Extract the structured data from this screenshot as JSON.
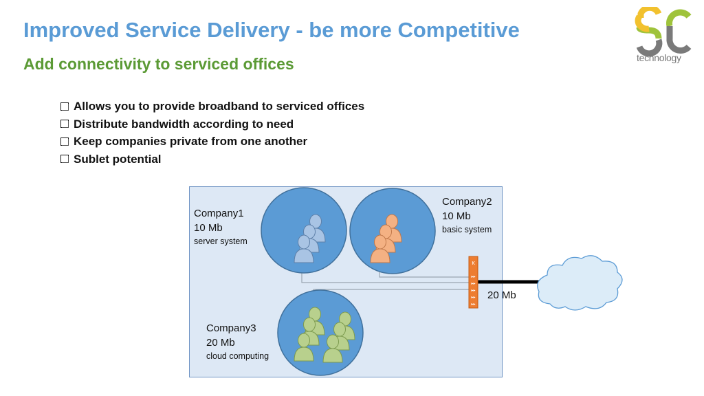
{
  "slide": {
    "title": "Improved Service Delivery - be more Competitive",
    "subtitle": "Add connectivity to serviced offices",
    "bullets": [
      "Allows you to provide broadband to serviced offices",
      "Distribute bandwidth according to need",
      "Keep companies private from one another",
      "Sublet potential"
    ]
  },
  "logo": {
    "letters": "SC",
    "text": "technology",
    "colors": [
      "#f2c12e",
      "#9fc33b",
      "#7a7a7a"
    ]
  },
  "diagram": {
    "companies": [
      {
        "name": "Company1",
        "bandwidth": "10 Mb",
        "system": "server system",
        "color": "#a9c4e4"
      },
      {
        "name": "Company2",
        "bandwidth": "10 Mb",
        "system": "basic system",
        "color": "#f4b183"
      },
      {
        "name": "Company3",
        "bandwidth": "20 Mb",
        "system": "cloud computing",
        "color": "#b8d08d"
      }
    ],
    "uplink": "20 Mb",
    "router_icon": "router-icon",
    "cloud_icon": "cloud-icon",
    "colors": {
      "circle": "#5b9bd5",
      "router": "#ed7d31",
      "frame": "#dde8f5"
    }
  }
}
